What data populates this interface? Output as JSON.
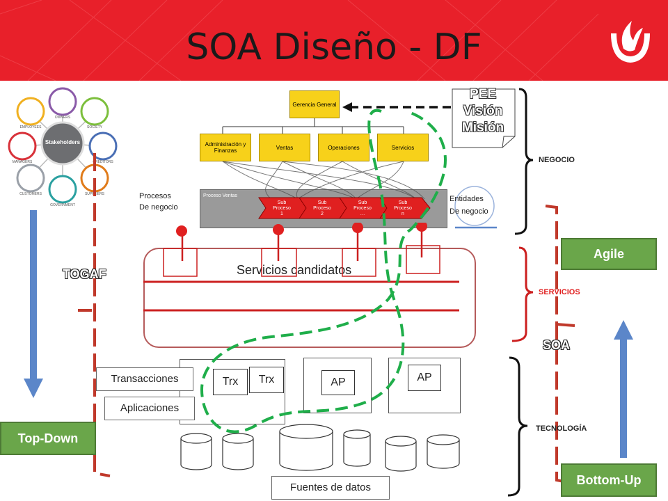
{
  "title": "SOA Diseño - DF",
  "logo": {
    "icon": "upc-logo-icon"
  },
  "stakeholders": {
    "center": "Stakeholders",
    "items": [
      "OWNERS",
      "SOCIETY",
      "CREDITORS",
      "SUPPLIERS",
      "GOVERNMENT",
      "CUSTOMERS",
      "MANAGERS",
      "EMPLOYEES"
    ]
  },
  "org": {
    "top": "Gerencia General",
    "departments": [
      "Administración y Finanzas",
      "Ventas",
      "Operaciones",
      "Servicios"
    ],
    "process_title": "Proceso Ventas",
    "subprocesses": [
      {
        "line1": "Sub",
        "line2": "Proceso",
        "line3": "1"
      },
      {
        "line1": "Sub",
        "line2": "Proceso",
        "line3": "2"
      },
      {
        "line1": "Sub",
        "line2": "Proceso",
        "line3": "…"
      },
      {
        "line1": "Sub",
        "line2": "Proceso",
        "line3": "n"
      }
    ]
  },
  "labels": {
    "procesos_1": "Procesos",
    "procesos_2": "De negocio",
    "entidades_1": "Entidades",
    "entidades_2": "De negocio",
    "pee_1": "PEE",
    "pee_2": "Visión",
    "pee_3": "Misión",
    "servicios_candidatos": "Servicios candidatos",
    "togaf": "TOGAF",
    "soa": "SOA",
    "negocio": "NEGOCIO",
    "servicios": "SERVICIOS",
    "tecnologia": "TECNOLOGÍA",
    "transacciones": "Transacciones",
    "aplicaciones": "Aplicaciones",
    "trx_1": "Trx",
    "trx_2": "Trx",
    "ap_1": "AP",
    "ap_2": "AP",
    "fuentes": "Fuentes de datos"
  },
  "buttons": {
    "agile": "Agile",
    "top_down": "Top-Down",
    "bottom_up": "Bottom-Up"
  },
  "colors": {
    "header": "#e8202a",
    "green": "#6aa64a",
    "blue_arrow": "#5b86c9",
    "dashed_red": "#c0392b",
    "dashed_green": "#1fae4a"
  }
}
